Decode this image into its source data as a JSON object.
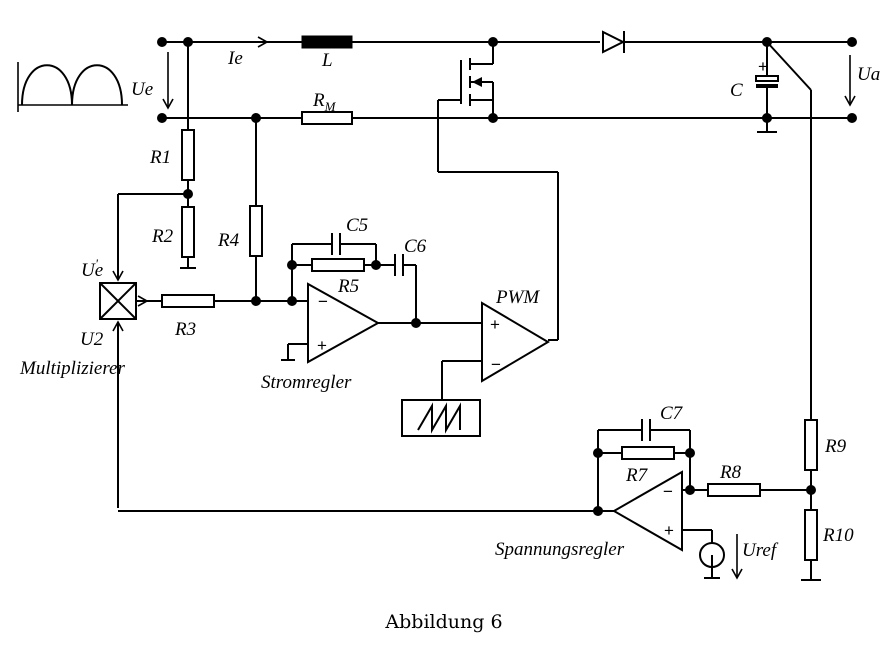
{
  "labels": {
    "ue": "Ue",
    "ie": "Ie",
    "l": "L",
    "rm_main": "R",
    "rm_sub": "M",
    "c": "C",
    "ua": "Ua",
    "r1": "R1",
    "r2": "R2",
    "r3": "R3",
    "r4": "R4",
    "r5": "R5",
    "r7": "R7",
    "r8": "R8",
    "r9": "R9",
    "r10": "R10",
    "c5": "C5",
    "c6": "C6",
    "c7": "C7",
    "pwm": "PWM",
    "ue_prime": "Ue",
    "u2": "U2",
    "multiplizierer": "Multiplizierer",
    "stromregler": "Stromregler",
    "spannungsregler": "Spannungsregler",
    "uref": "Uref",
    "minus": "−",
    "plus": "+"
  },
  "caption": "Abbildung 6"
}
